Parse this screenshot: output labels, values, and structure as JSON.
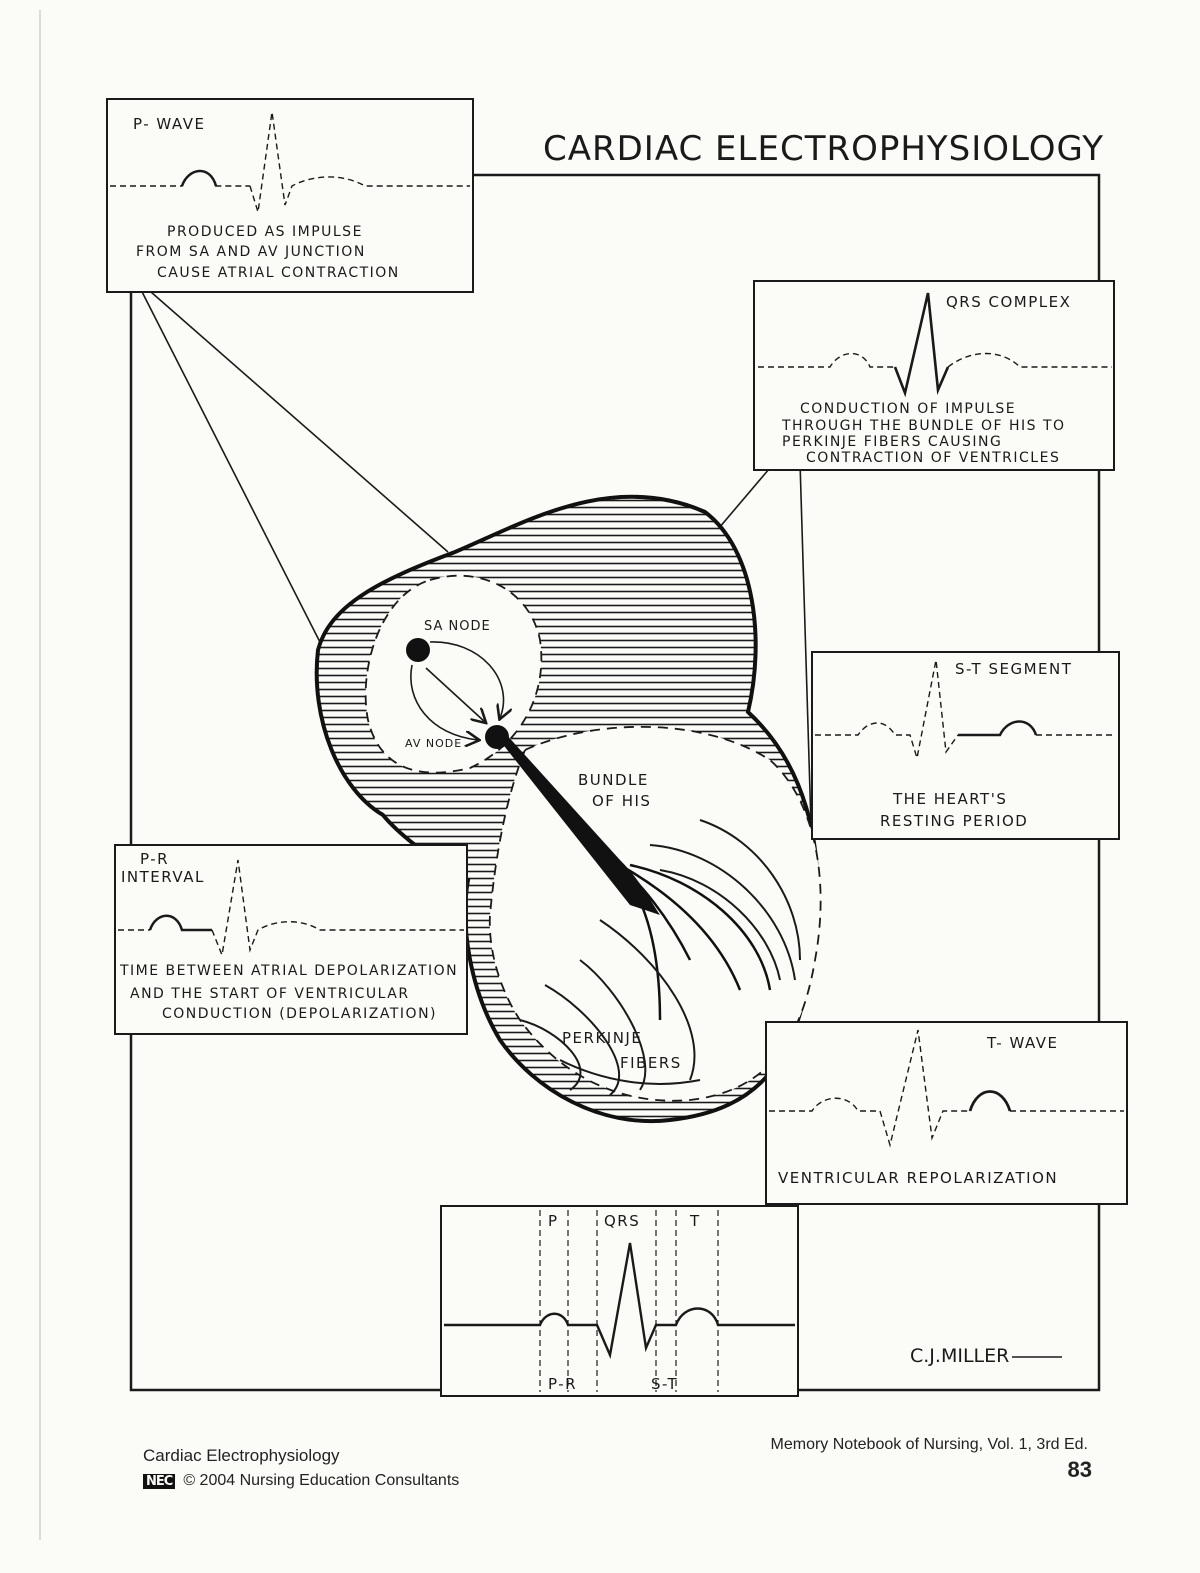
{
  "title": "CARDIAC ELECTROPHYSIOLOGY",
  "heart": {
    "sa_node": "SA NODE",
    "av_node": "AV NODE",
    "bundle_line1": "BUNDLE",
    "bundle_line2": "OF HIS",
    "perkinje_line1": "PERKINJE",
    "perkinje_line2": "FIBERS"
  },
  "panels": {
    "p_wave": {
      "heading": "P- WAVE",
      "lines": [
        "PRODUCED AS IMPULSE",
        "FROM SA AND AV JUNCTION",
        "CAUSE ATRIAL CONTRACTION"
      ]
    },
    "qrs": {
      "heading": "QRS COMPLEX",
      "lines": [
        "CONDUCTION OF IMPULSE",
        "THROUGH THE BUNDLE OF HIS TO",
        "PERKINJE FIBERS CAUSING",
        "CONTRACTION OF VENTRICLES"
      ]
    },
    "st": {
      "heading": "S-T SEGMENT",
      "lines": [
        "THE HEART'S",
        "RESTING PERIOD"
      ]
    },
    "pr": {
      "heading_line1": "P-R",
      "heading_line2": "INTERVAL",
      "lines": [
        "TIME BETWEEN ATRIAL DEPOLARIZATION",
        "AND THE START OF VENTRICULAR",
        "CONDUCTION (DEPOLARIZATION)"
      ]
    },
    "t_wave": {
      "heading": "T- WAVE",
      "lines": [
        "VENTRICULAR REPOLARIZATION"
      ]
    },
    "summary": {
      "top_labels": [
        "P",
        "QRS",
        "T"
      ],
      "bottom_labels": [
        "P-R",
        "S-T"
      ]
    }
  },
  "signature": "C.J.MILLER",
  "footer": {
    "left_title": "Cardiac Electrophysiology",
    "logo": "NEC",
    "left_copyright": "© 2004 Nursing Education Consultants",
    "right_source": "Memory Notebook of Nursing, Vol. 1, 3rd Ed.",
    "page_number": "83"
  }
}
